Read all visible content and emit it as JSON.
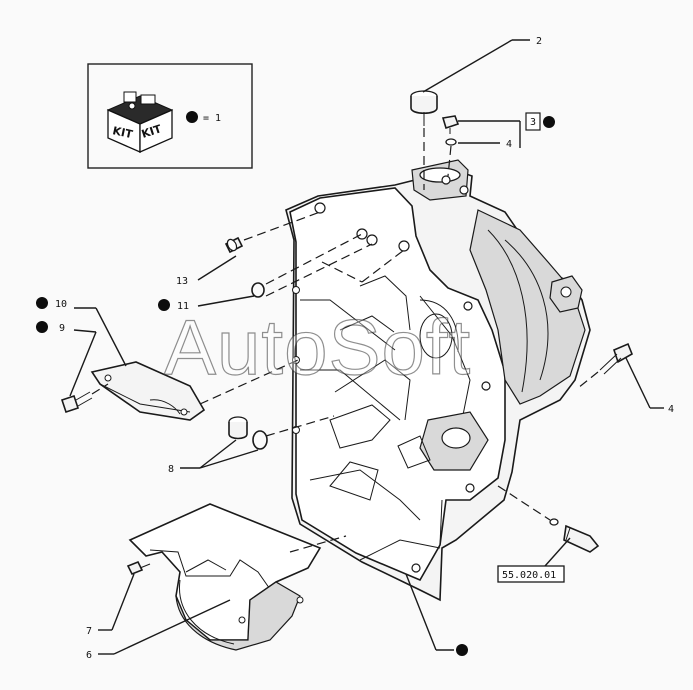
{
  "watermark": "AutoSoft",
  "legend": {
    "equals_text": "= 1",
    "kit_label_1": "KIT",
    "kit_label_2": "KIT"
  },
  "callouts": {
    "c2": "2",
    "c3": "3",
    "c4a": "4",
    "c4b": "4",
    "c6": "6",
    "c7": "7",
    "c8": "8",
    "c9": "9",
    "c10": "10",
    "c11": "11",
    "c13": "13"
  },
  "reference": "55.020.01",
  "colors": {
    "ink": "#1a1a1a",
    "marker": "#0d0d0d",
    "background": "#fafafa"
  },
  "icons": {
    "kit": "kit-box-icon",
    "marker": "filled-circle-marker"
  }
}
